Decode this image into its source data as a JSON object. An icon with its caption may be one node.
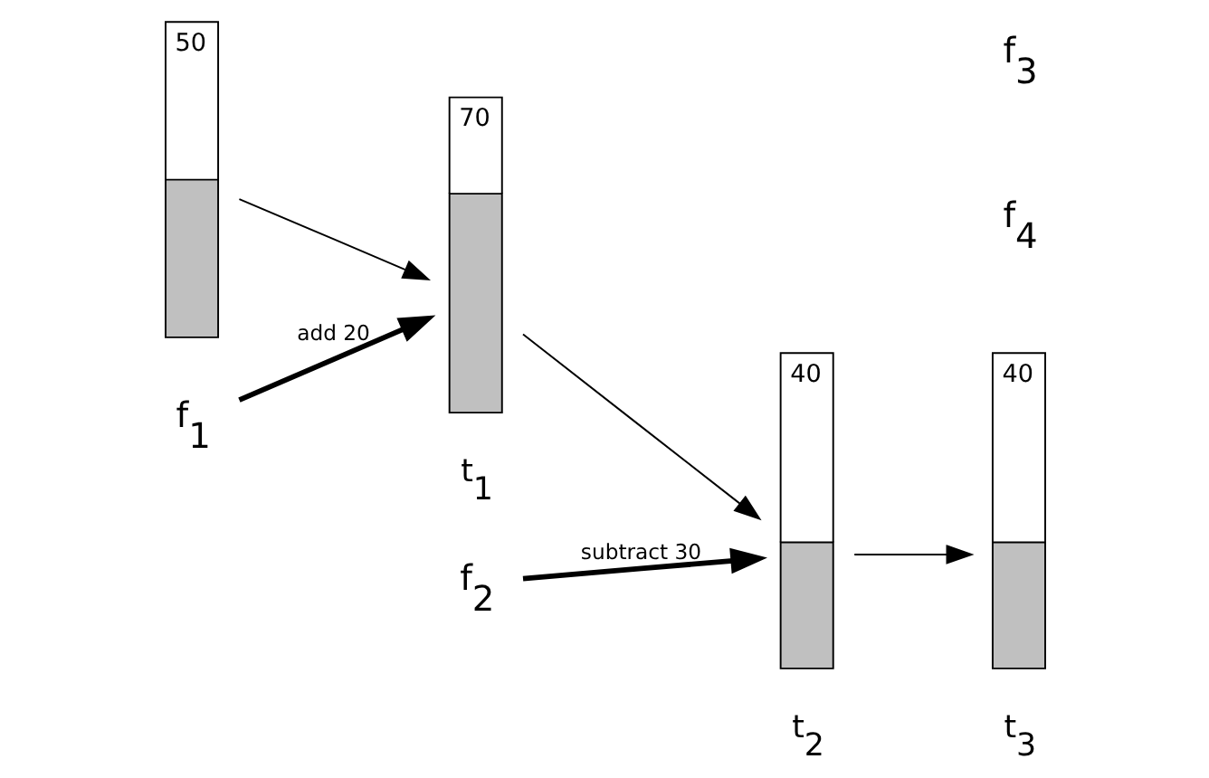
{
  "diagram": {
    "nodes": [
      {
        "text": [
          "50"
        ]
      },
      {
        "text": [
          "70"
        ],
        "beside": [
          "t$_{1}$"
        ]
      },
      {
        "text": [
          "40"
        ],
        "beside": [
          "t$_{2}$"
        ]
      },
      {
        "text": [
          "40"
        ],
        "beside": [
          "t$_{3}$"
        ]
      },
      {
        "text": [
          "f$_{1}$"
        ]
      },
      {
        "text": [
          "f$_{2}$"
        ]
      }
    ],
    "edges": [
      {
        "from": 0,
        "to": 1,
        "arrow": "to"
      },
      {
        "from": 1,
        "to": 2,
        "arrow": "to"
      },
      {
        "from": 2,
        "to": 3,
        "arrow": "to"
      },
      {
        "from": 4,
        "to": 1,
        "arrow": "to",
        "label": "add 20",
        "style": "thick"
      },
      {
        "from": 5,
        "to": 2,
        "arrow": "to",
        "label": "subtract 30",
        "style": "thick"
      }
    ],
    "labels": [
      "f$_{3}$",
      "f$_{4}$"
    ]
  }
}
